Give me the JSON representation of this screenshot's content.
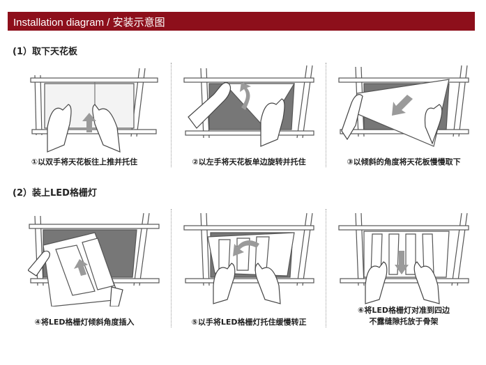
{
  "header": {
    "title": "Installation diagram / 安装示意图",
    "bar_color": "#8d0f1b"
  },
  "sections": [
    {
      "heading": "(1）取下天花板",
      "steps": [
        {
          "caption": "①以双手将天花板往上推并托住",
          "icon": "hands-push-up-icon"
        },
        {
          "caption": "②以左手将天花板单边旋转并托住",
          "icon": "hand-rotate-icon"
        },
        {
          "caption": "③以倾斜的角度将天花板慢慢取下",
          "icon": "panel-tilt-down-icon"
        }
      ]
    },
    {
      "heading": "(2）装上LED格栅灯",
      "steps": [
        {
          "caption": "④将LED格栅灯倾斜角度插入",
          "icon": "grille-insert-icon"
        },
        {
          "caption": "⑤以手将LED格栅灯托住缓慢转正",
          "icon": "grille-rotate-icon"
        },
        {
          "caption_line1": "⑥将LED格栅灯对准到四边",
          "caption_line2": "不露缝隙托放于骨架",
          "icon": "grille-place-icon"
        }
      ]
    }
  ]
}
